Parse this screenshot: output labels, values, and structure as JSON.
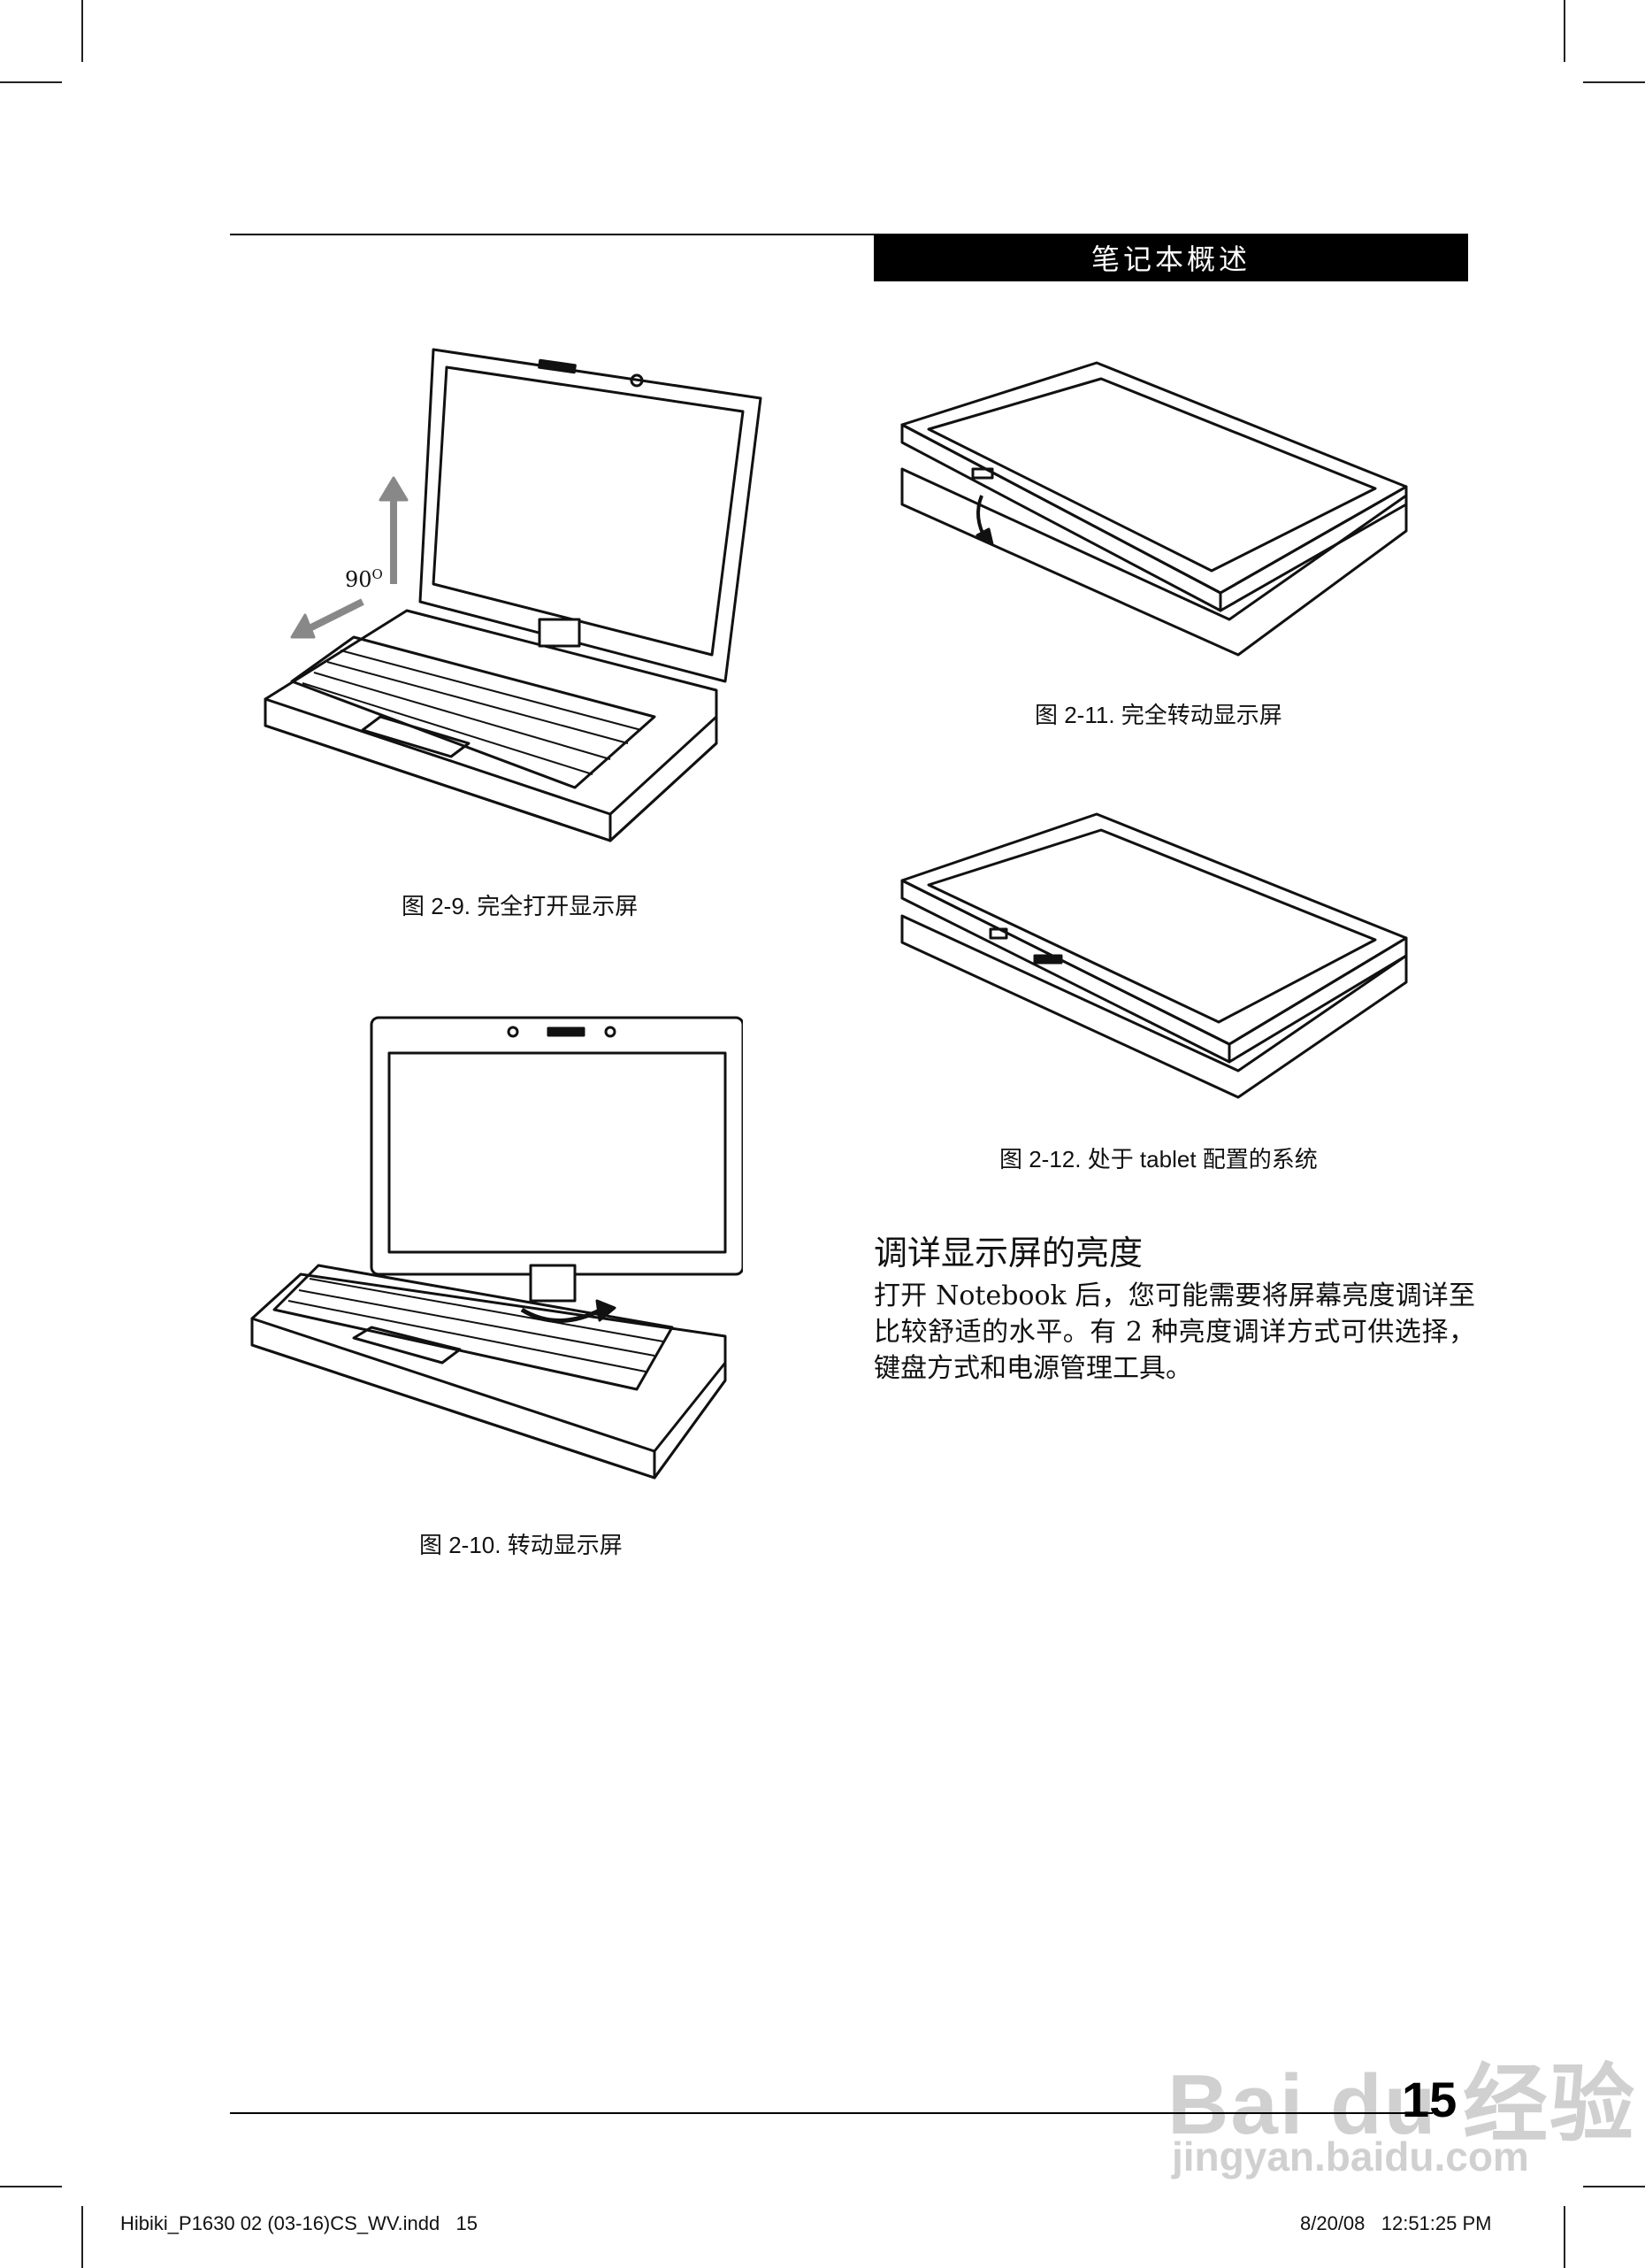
{
  "header": {
    "section": "笔记本概述"
  },
  "figures": [
    {
      "id": "fig-2-9",
      "caption": "图 2-9. 完全打开显示屏",
      "annotation": "90",
      "annotation_sup": "O"
    },
    {
      "id": "fig-2-10",
      "caption": "图 2-10. 转动显示屏"
    },
    {
      "id": "fig-2-11",
      "caption": "图 2-11. 完全转动显示屏"
    },
    {
      "id": "fig-2-12",
      "caption": "图 2-12. 处于 tablet 配置的系统"
    }
  ],
  "section": {
    "title": "调详显示屏的亮度",
    "body": "打开 Notebook 后，您可能需要将屏幕亮度调详至比较舒适的水平。有 2 种亮度调详方式可供选择，键盘方式和电源管理工具。"
  },
  "footer": {
    "page_number": "15",
    "file_info": "Hibiki_P1630 02 (03-16)CS_WV.indd   15",
    "timestamp": "8/20/08   12:51:25 PM"
  },
  "watermark": {
    "brand": "Bai du 经验",
    "url": "jingyan.baidu.com"
  }
}
